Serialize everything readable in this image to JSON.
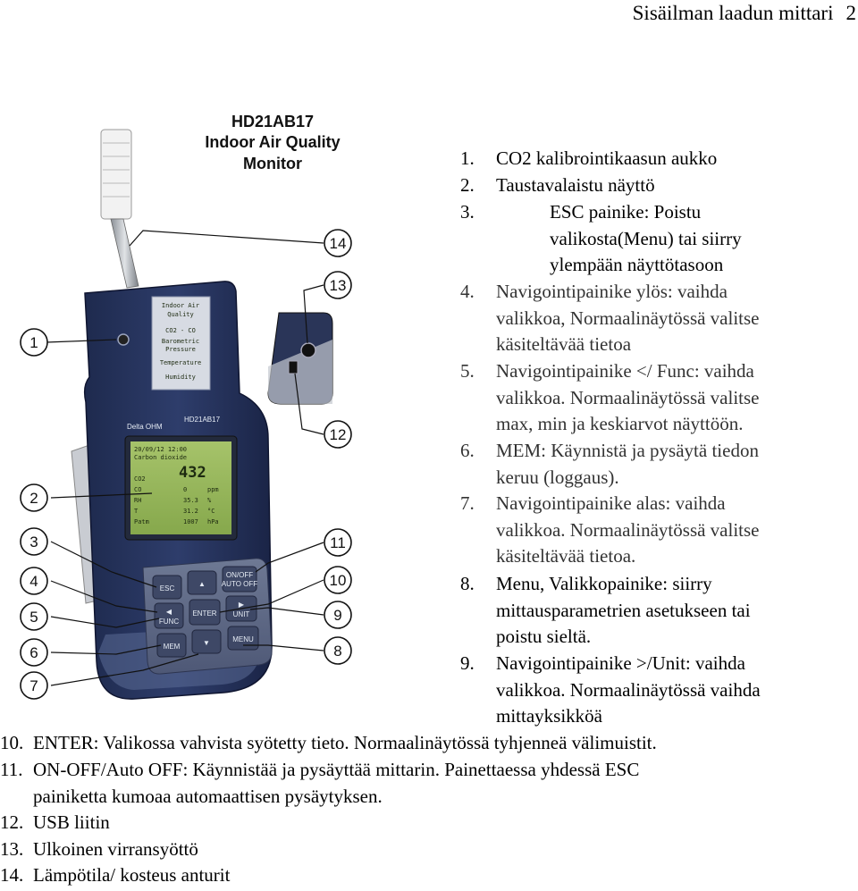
{
  "header": {
    "title": "Sisäilman laadun  mittari",
    "page_number": "2"
  },
  "figure": {
    "title_lines": [
      "HD21AB17",
      "Indoor Air Quality",
      "Monitor"
    ],
    "callouts": [
      "1",
      "2",
      "3",
      "4",
      "5",
      "6",
      "7",
      "8",
      "9",
      "10",
      "11",
      "12",
      "13",
      "14"
    ],
    "device": {
      "label_lines": [
        "Indoor Air",
        "Quality",
        "CO2 - CO",
        "Barometric",
        "Pressure",
        "Temperature",
        "Humidity"
      ],
      "model": "HD21AB17",
      "brand": "Delta OHM",
      "screen": {
        "header": "20/09/12  12:00",
        "subheader": "Carbon dioxide",
        "big_value": "432",
        "rows": [
          [
            "CO2",
            "",
            ""
          ],
          [
            "CO",
            "0",
            "ppm"
          ],
          [
            "RH",
            "35.3",
            "%"
          ],
          [
            "T",
            "31.2",
            "°C"
          ],
          [
            "Patm",
            "1007",
            "hPa"
          ]
        ]
      },
      "keys": {
        "esc": "ESC",
        "up": "▲",
        "onoff_1": "ON/OFF",
        "onoff_2": "AUTO OFF",
        "left": "◀",
        "func": "FUNC",
        "enter": "ENTER",
        "right": "▶",
        "unit": "UNIT",
        "mem": "MEM",
        "down": "▼",
        "menu": "MENU"
      }
    }
  },
  "list_items": [
    {
      "num": "1.",
      "lines": [
        " CO2 kalibrointikaasun  aukko"
      ]
    },
    {
      "num": "2.",
      "lines": [
        "Taustavalaistu näyttö"
      ]
    },
    {
      "num": "3.",
      "lines": [
        "ESC painike: Poistu",
        "valikosta(Menu) tai siirry",
        "ylempään näyttötasoon"
      ]
    },
    {
      "num": "4.",
      "lines": [
        "Navigointipainike ylös: vaihda",
        "valikkoa, Normaalinäytössä valitse",
        "käsiteltävää tietoa"
      ]
    },
    {
      "num": "5.",
      "lines": [
        "Navigointipainike </ Func: vaihda",
        "valikkoa. Normaalinäytössä valitse",
        "max, min ja keskiarvot näyttöön."
      ]
    },
    {
      "num": "6.",
      "lines": [
        "MEM: Käynnistä ja pysäytä tiedon",
        "keruu (loggaus)."
      ]
    },
    {
      "num": "7.",
      "lines": [
        "Navigointipainike alas: vaihda",
        "valikkoa. Normaalinäytössä valitse",
        "käsiteltävää tietoa."
      ]
    },
    {
      "num": "8.",
      "lines": [
        "Menu, Valikkopainike: siirry",
        "mittausparametrien asetukseen tai",
        "poistu sieltä."
      ]
    },
    {
      "num": "9.",
      "lines": [
        "Navigointipainike >/Unit: vaihda",
        "valikkoa. Normaalinäytössä vaihda",
        "mittayksikköä"
      ]
    },
    {
      "num": "10.",
      "lines": [
        "ENTER: Valikossa vahvista syötetty tieto. Normaalinäytössä  tyhjenneä välimuistit."
      ]
    },
    {
      "num": "11.",
      "lines": [
        "ON-OFF/Auto OFF: Käynnistää ja pysäyttää mittarin. Painettaessa yhdessä ESC",
        "painiketta kumoaa automaattisen pysäytyksen."
      ]
    },
    {
      "num": "12.",
      "lines": [
        " USB liitin"
      ]
    },
    {
      "num": "13.",
      "lines": [
        "Ulkoinen virransyöttö"
      ]
    },
    {
      "num": "14.",
      "lines": [
        "Lämpötila/ kosteus anturit"
      ]
    }
  ]
}
